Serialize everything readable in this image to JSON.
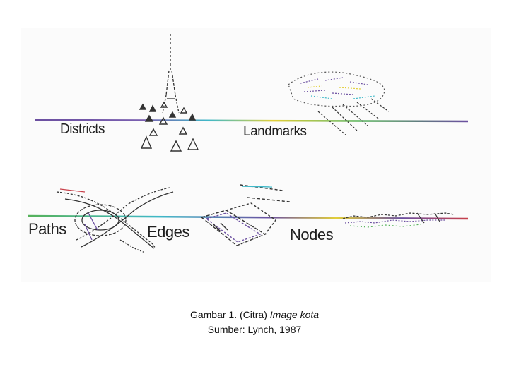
{
  "diagram": {
    "labels": {
      "districts": "Districts",
      "landmarks": "Landmarks",
      "paths": "Paths",
      "edges": "Edges",
      "nodes": "Nodes"
    },
    "line_colors": {
      "purple": "#6b4fa0",
      "cyan": "#3fb8c8",
      "yellow": "#e2cf3a",
      "green": "#56b25a",
      "red": "#c8404a"
    },
    "icons": [
      "districts-triangles-icon",
      "landmark-tower-icon",
      "landmark-cluster-icon",
      "paths-interchange-icon",
      "edges-boundary-icon",
      "nodes-cluster-icon"
    ]
  },
  "caption": {
    "line1_prefix": "Gambar 1. (Citra) ",
    "line1_italic": "Image kota",
    "line2": "Sumber: Lynch, 1987"
  }
}
